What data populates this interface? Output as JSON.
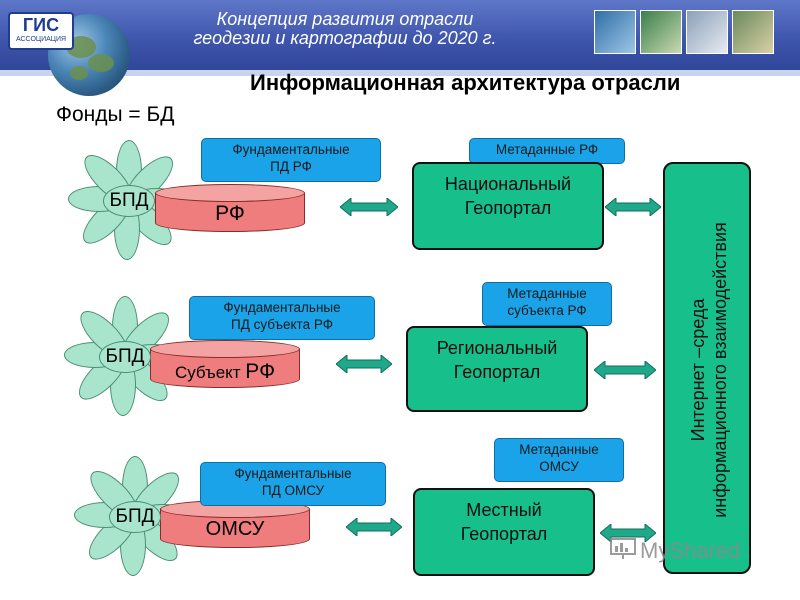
{
  "header": {
    "title_line1": "Концепция развития отрасли",
    "title_line2": "геодезии и картографии до 2020 г.",
    "logo": {
      "text": "ГИС",
      "sub": "АССОЦИАЦИЯ"
    },
    "thumb_colors": [
      "#2f6fa8",
      "#3a7f4a",
      "#8ca0b8",
      "#6a8a5a"
    ]
  },
  "page_title": "Информационная архитектура отрасли",
  "funds_label": "Фонды = БД",
  "rows": [
    {
      "flower_label": "БПД",
      "db_label": "РФ",
      "fund_box": [
        "Фундаментальные",
        "ПД РФ"
      ],
      "meta_box": [
        "Метаданные РФ"
      ],
      "portal": [
        "Национальный",
        "Геопортал"
      ]
    },
    {
      "flower_label": "БПД",
      "db_label_prefix": "Субъект ",
      "db_label": "РФ",
      "fund_box": [
        "Фундаментальные",
        "ПД субъекта РФ"
      ],
      "meta_box": [
        "Метаданные",
        "субъекта РФ"
      ],
      "portal": [
        "Региональный",
        "Геопортал"
      ]
    },
    {
      "flower_label": "БПД",
      "db_label": "ОМСУ",
      "fund_box": [
        "Фундаментальные",
        "ПД ОМСУ"
      ],
      "meta_box": [
        "Метаданные",
        "ОМСУ"
      ],
      "portal": [
        "Местный",
        "Геопортал"
      ]
    }
  ],
  "internet_box": [
    "Интернет –среда",
    "информационного взаимодействия"
  ],
  "watermark": "MyShared",
  "colors": {
    "portal": "#17c08a",
    "blue_box": "#1aa3e8",
    "cylinder": "#ef7d7d",
    "petal": "#a9e4cd",
    "arrow": "#1fa88a"
  }
}
